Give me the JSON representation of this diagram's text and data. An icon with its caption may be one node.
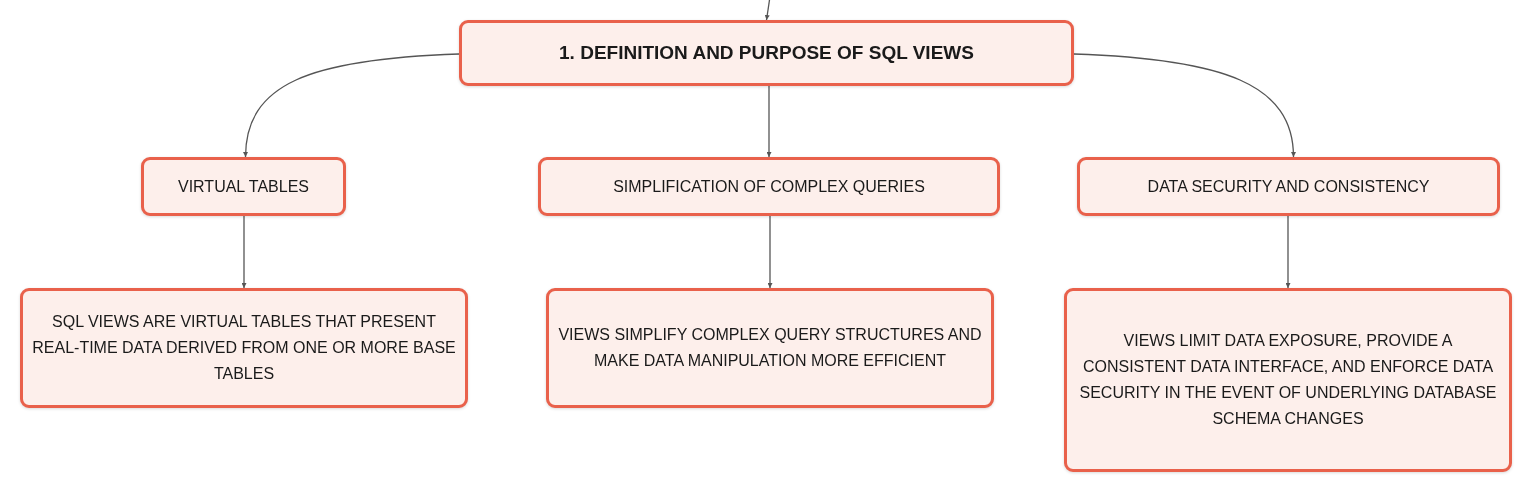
{
  "diagram": {
    "nodes": [
      {
        "text": [
          "1. DEFINITION AND PURPOSE OF SQL VIEWS"
        ]
      },
      {
        "text": [
          "VIRTUAL TABLES"
        ]
      },
      {
        "text": [
          "SIMPLIFICATION OF COMPLEX QUERIES"
        ]
      },
      {
        "text": [
          "DATA SECURITY AND CONSISTENCY"
        ]
      },
      {
        "text": [
          "SQL VIEWS ARE VIRTUAL TABLES THAT PRESENT REAL-TIME DATA DERIVED FROM ONE OR MORE BASE TABLES"
        ]
      },
      {
        "text": [
          "VIEWS SIMPLIFY COMPLEX QUERY STRUCTURES AND MAKE DATA MANIPULATION MORE EFFICIENT"
        ]
      },
      {
        "text": [
          "VIEWS LIMIT DATA EXPOSURE, PROVIDE A CONSISTENT DATA INTERFACE, AND ENFORCE DATA SECURITY IN THE EVENT OF UNDERLYING DATABASE SCHEMA CHANGES"
        ]
      }
    ],
    "edges": [
      {
        "from": null,
        "to": 0,
        "arrow": "to"
      },
      {
        "from": 0,
        "to": 1,
        "arrow": "to"
      },
      {
        "from": 0,
        "to": 2,
        "arrow": "to"
      },
      {
        "from": 0,
        "to": 3,
        "arrow": "to"
      },
      {
        "from": 1,
        "to": 4,
        "arrow": "to"
      },
      {
        "from": 2,
        "to": 5,
        "arrow": "to"
      },
      {
        "from": 3,
        "to": 6,
        "arrow": "to"
      }
    ]
  }
}
